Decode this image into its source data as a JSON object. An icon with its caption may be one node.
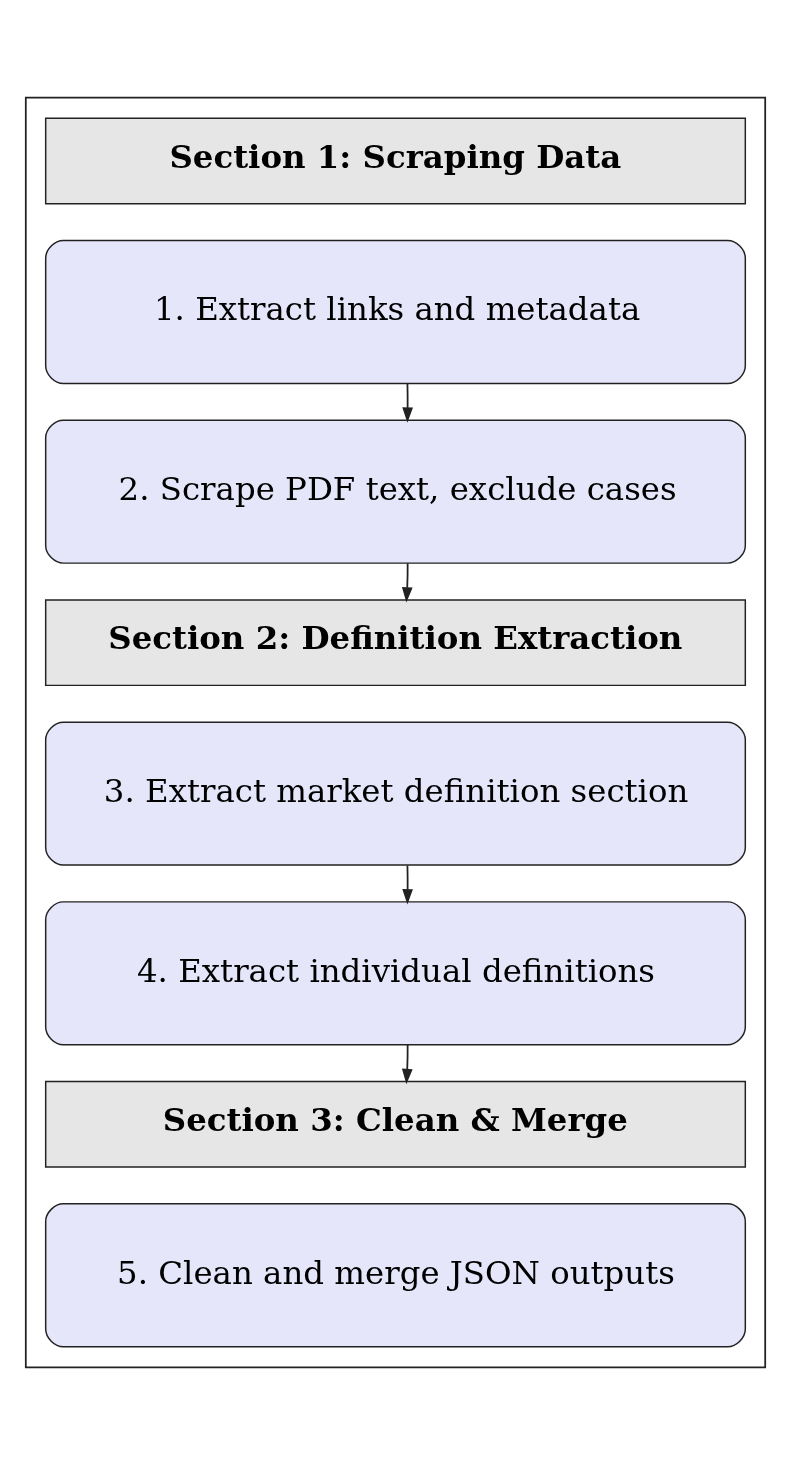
{
  "diagram": {
    "nodes": [
      {
        "text": [],
        "shape": "box"
      },
      {
        "text": [
          "Section 1: Scraping Data"
        ],
        "in": 0
      },
      {
        "text": [
          "1. Extract links and metadata"
        ],
        "in": 0
      },
      {
        "text": [
          "2. Scrape PDF text, exclude cases"
        ],
        "in": 0
      },
      {
        "text": [
          "Section 2: Definition Extraction"
        ],
        "in": 0
      },
      {
        "text": [
          "3. Extract market definition section"
        ],
        "in": 0
      },
      {
        "text": [
          "4. Extract individual definitions"
        ],
        "in": 0
      },
      {
        "text": [
          "Section 3: Clean & Merge"
        ],
        "in": 0
      },
      {
        "text": [
          "5. Clean and merge JSON outputs"
        ],
        "in": 0
      }
    ],
    "edges": [
      {
        "from": 2,
        "to": 3,
        "arrow": "to"
      },
      {
        "from": 3,
        "to": 4,
        "arrow": "to"
      },
      {
        "from": 5,
        "to": 6,
        "arrow": "to"
      },
      {
        "from": 6,
        "to": 7,
        "arrow": "to"
      }
    ]
  }
}
